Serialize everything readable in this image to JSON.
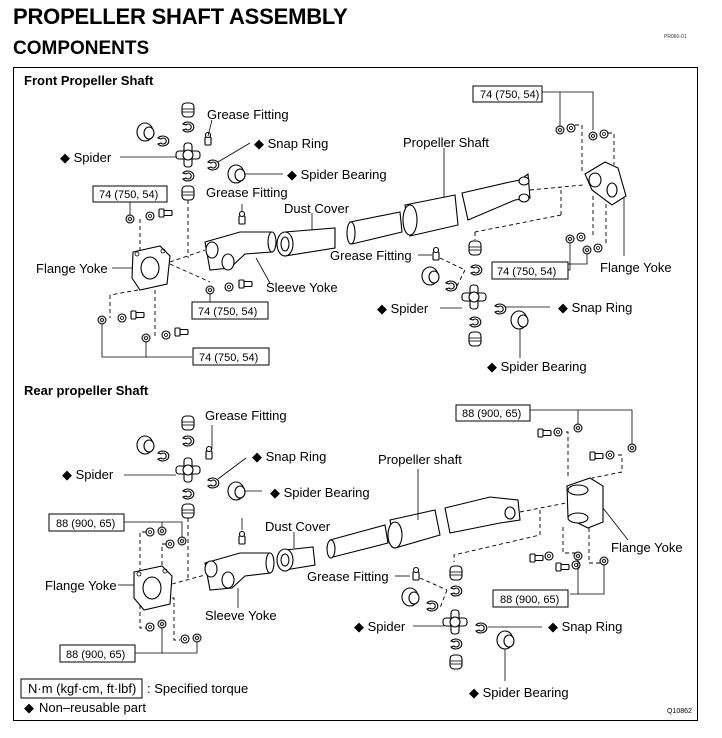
{
  "header": {
    "title": "PROPELLER SHAFT ASSEMBLY",
    "subtitle": "COMPONENTS",
    "doc_code": "PR060-01"
  },
  "front": {
    "section_title": "Front Propeller Shaft",
    "labels": {
      "grease_fitting_top": "Grease Fitting",
      "snap_ring_left": "Snap Ring",
      "spider_left": "Spider",
      "spider_bearing_left": "Spider Bearing",
      "grease_fitting_mid": "Grease Fitting",
      "dust_cover": "Dust Cover",
      "propeller_shaft": "Propeller Shaft",
      "flange_yoke_left": "Flange Yoke",
      "sleeve_yoke": "Sleeve Yoke",
      "grease_fitting_right": "Grease Fitting",
      "flange_yoke_right": "Flange Yoke",
      "spider_right": "Spider",
      "snap_ring_right": "Snap Ring",
      "spider_bearing_right": "Spider Bearing"
    },
    "torques": {
      "left_top": "74 (750, 54)",
      "left_mid": "74 (750, 54)",
      "left_bottom": "74 (750, 54)",
      "right_top": "74 (750, 54)",
      "right_bottom": "74 (750, 54)"
    }
  },
  "rear": {
    "section_title": "Rear propeller Shaft",
    "labels": {
      "grease_fitting_top": "Grease Fitting",
      "snap_ring_left": "Snap Ring",
      "spider_left": "Spider",
      "spider_bearing_left": "Spider Bearing",
      "dust_cover": "Dust Cover",
      "propeller_shaft": "Propeller shaft",
      "flange_yoke_left": "Flange Yoke",
      "sleeve_yoke": "Sleeve Yoke",
      "grease_fitting_right": "Grease Fitting",
      "flange_yoke_right": "Flange Yoke",
      "spider_right": "Spider",
      "snap_ring_right": "Snap Ring",
      "spider_bearing_right": "Spider Bearing"
    },
    "torques": {
      "left_top": "88 (900, 65)",
      "left_bottom": "88 (900, 65)",
      "right_top": "88 (900, 65)",
      "right_bottom": "88 (900, 65)"
    }
  },
  "legend": {
    "torque_unit": "N·m (kgf·cm, ft·lbf)",
    "torque_desc": ": Specified torque",
    "non_reusable_symbol": "◆",
    "non_reusable_desc": "Non–reusable part"
  },
  "figure_code": "Q10862"
}
